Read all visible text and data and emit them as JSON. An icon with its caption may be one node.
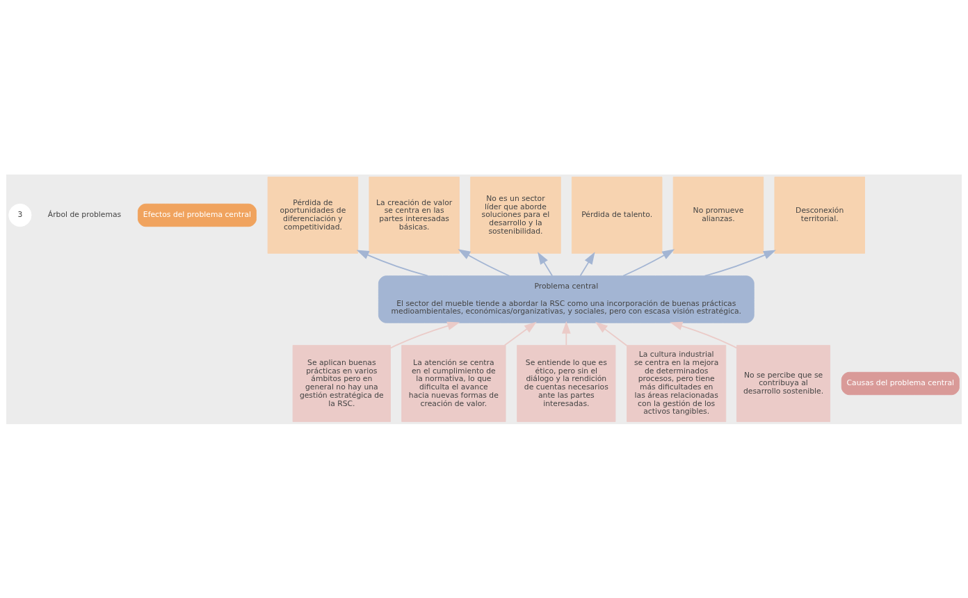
{
  "diagram": {
    "nodes": [
      {
        "text": [
          "3"
        ],
        "beside": [
          "Árbol de problemas"
        ]
      },
      {
        "text": [
          "Efectos del problema central"
        ]
      },
      {
        "text": [
          "Pérdida de oportunidades de diferenciación y competitividad."
        ]
      },
      {
        "text": [
          "La creación de valor se centra en las partes interesadas básicas."
        ]
      },
      {
        "text": [
          "No es un sector líder que aborde soluciones para el desarrollo y la sostenibilidad."
        ]
      },
      {
        "text": [
          "Pérdida de talento."
        ]
      },
      {
        "text": [
          "No promueve alianzas."
        ]
      },
      {
        "text": [
          "Desconexión territorial."
        ]
      },
      {
        "text": [
          "Problema central",
          "El sector del mueble tiende a abordar la RSC como una incorporación de buenas prácticas medioambientales, económicas/organizativas, y sociales, pero con escasa visión estratégica."
        ]
      },
      {
        "text": [
          "Se aplican buenas prácticas en varios ámbitos pero en general no hay una gestión estratégica de la RSC."
        ]
      },
      {
        "text": [
          "La atención se centra en el cumplimiento de la normativa, lo que dificulta el avance hacia nuevas formas de creación de valor."
        ]
      },
      {
        "text": [
          "Se entiende lo que es ético, pero sin el diálogo y la rendición de cuentas necesarios ante las partes interesadas."
        ]
      },
      {
        "text": [
          "La cultura industrial se centra en la mejora de determinados procesos, pero tiene más dificultades en las áreas relacionadas con la gestión de los activos tangibles."
        ]
      },
      {
        "text": [
          "No se percibe que se contribuya al desarrollo sostenible."
        ]
      },
      {
        "text": [
          "Causas del problema central"
        ]
      }
    ],
    "edges": [
      {
        "from": 8,
        "to": 2,
        "arrow": "to"
      },
      {
        "from": 8,
        "to": 3,
        "arrow": "to"
      },
      {
        "from": 8,
        "to": 4,
        "arrow": "to"
      },
      {
        "from": 8,
        "to": 5,
        "arrow": "to"
      },
      {
        "from": 8,
        "to": 6,
        "arrow": "to"
      },
      {
        "from": 8,
        "to": 7,
        "arrow": "to"
      },
      {
        "from": 9,
        "to": 8,
        "arrow": "to",
        "color": "#ebcbc8"
      },
      {
        "from": 10,
        "to": 8,
        "arrow": "to",
        "color": "#ebcbc8"
      },
      {
        "from": 11,
        "to": 8,
        "arrow": "to",
        "color": "#ebcbc8"
      },
      {
        "from": 12,
        "to": 8,
        "arrow": "to",
        "color": "#ebcbc8"
      },
      {
        "from": 13,
        "to": 8,
        "arrow": "to",
        "color": "#ebcbc8"
      }
    ]
  }
}
